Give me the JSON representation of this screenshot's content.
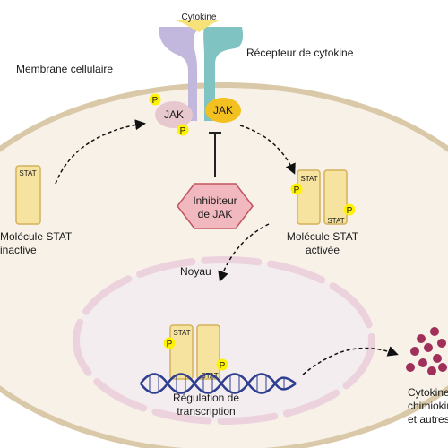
{
  "labels": {
    "cytokine": "Cytokine",
    "cytokine_receptor": "Récepteur de cytokine",
    "cell_membrane": "Membrane cellulaire",
    "jak_left": "JAK",
    "jak_right": "JAK",
    "phospho": "P",
    "stat": "STAT",
    "inactive_stat_line1": "Molécule STAT",
    "inactive_stat_line2": "inactive",
    "jak_inhibitor_line1": "Inhibiteur",
    "jak_inhibitor_line2": "de JAK",
    "active_stat_line1": "Molécule STAT",
    "active_stat_line2": "activée",
    "nucleus": "Noyau",
    "transcription_line1": "Régulation de",
    "transcription_line2": "transcription",
    "output_line1": "Cytokines",
    "output_line2": "chimiokines",
    "output_line3": "et autres"
  },
  "colors": {
    "cell_fill": "#f7f1e8",
    "cell_stroke": "#d9c9a8",
    "nucleus_fill": "#f3edf0",
    "nucleus_dash": "#ecd2dc",
    "receptor_purple": "#c2b7dd",
    "receptor_teal": "#7fc4c2",
    "cytokine_yellow": "#f7e27a",
    "jak_pink": "#e8c8cf",
    "jak_yellow": "#f2c01f",
    "phospho_yellow": "#fff200",
    "stat_fill": "#f6e3a0",
    "stat_stroke": "#d4b15a",
    "inhibitor_fill": "#f2b8bf",
    "inhibitor_stroke": "#c2545f",
    "dna_blue": "#2f3f8f",
    "output_dots": "#a0305a"
  }
}
